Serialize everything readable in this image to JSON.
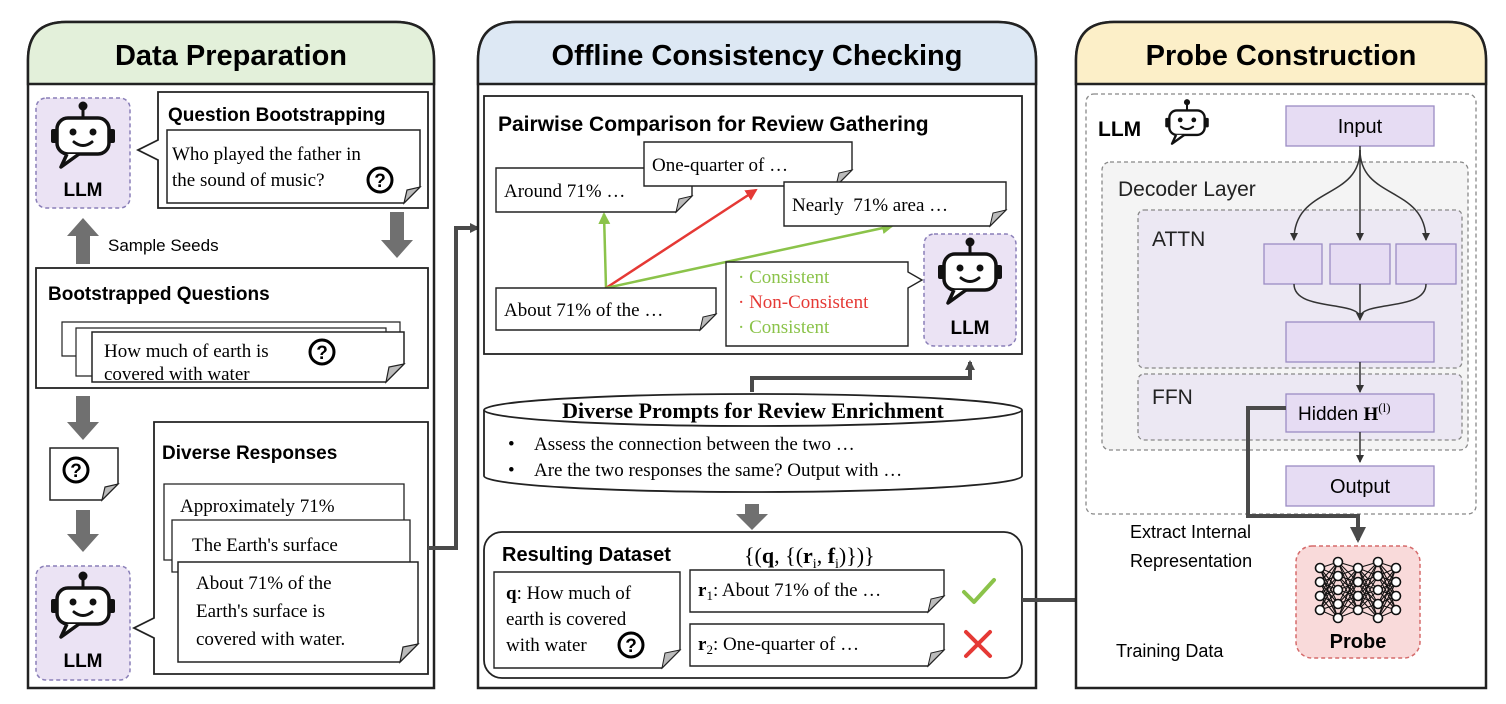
{
  "panels": {
    "data_prep": {
      "title": "Data Preparation"
    },
    "offline": {
      "title": "Offline Consistency Checking"
    },
    "probe": {
      "title": "Probe Construction"
    }
  },
  "llm_label": "LLM",
  "data_prep": {
    "question_bootstrapping": {
      "title": "Question Bootstrapping",
      "line1": "Who played the father in",
      "line2": "the sound of music?"
    },
    "sample_seeds": "Sample Seeds",
    "bootstrapped_questions": {
      "title": "Bootstrapped Questions",
      "line1": "How much of earth is",
      "line2": "covered with water"
    },
    "diverse_responses": {
      "title": "Diverse Responses",
      "r1": "Approximately 71%",
      "r2": "The Earth's surface",
      "r3_line1": "About 71% of the",
      "r3_line2": "Earth's surface is",
      "r3_line3": "covered with water."
    }
  },
  "offline": {
    "pairwise": {
      "title": "Pairwise Comparison for Review Gathering",
      "resp_around": "Around 71% …",
      "resp_quarter": "One-quarter of …",
      "resp_nearly": "Nearly  71% area …",
      "resp_about": "About 71% of the …",
      "verdicts": [
        "Consistent",
        "Non-Consistent",
        "Consistent"
      ]
    },
    "prompts": {
      "title": "Diverse Prompts for Review Enrichment",
      "items": [
        "Assess the connection between the two …",
        "Are the two responses the same? Output with …"
      ]
    },
    "dataset": {
      "title": "Resulting Dataset",
      "formula_prefix": "{(",
      "q_sym": "q",
      "formula_mid": ", {(",
      "r_sym": "r",
      "sub_i": "i",
      "comma": ", ",
      "f_sym": "f",
      "formula_suffix": ")})}",
      "q_label": "q",
      "q_line1": ": How much of",
      "q_line2": "earth is covered",
      "q_line3": "with water",
      "r_sym_list": "r",
      "r1_sub": "1",
      "r1_text": ": About 71% of the …",
      "r2_sub": "2",
      "r2_text": ": One-quarter of …"
    }
  },
  "probe": {
    "llm_label": "LLM",
    "input": "Input",
    "decoder_layer": "Decoder Layer",
    "attn": "ATTN",
    "ffn": "FFN",
    "hidden_prefix": "Hidden ",
    "hidden_sym": "H",
    "hidden_sup": "(l)",
    "output": "Output",
    "extract_line1": "Extract Internal",
    "extract_line2": "Representation",
    "training_data": "Training Data",
    "probe_label": "Probe"
  },
  "colors": {
    "green_header": "#e3f0da",
    "blue_header": "#dde8f4",
    "yellow_header": "#fcefc8",
    "llm_bg": "#ebe3f4",
    "llm_border": "#8a7fb8",
    "probe_bg": "#f9dada",
    "probe_border": "#d56b6b",
    "module_fill": "#e6dcf3",
    "module_border": "#9b8cc4",
    "consistent": "#8bc34a",
    "nonconsistent": "#e53935",
    "arrow_gray": "#6f6f6f",
    "line_dark": "#4a4a4a"
  }
}
